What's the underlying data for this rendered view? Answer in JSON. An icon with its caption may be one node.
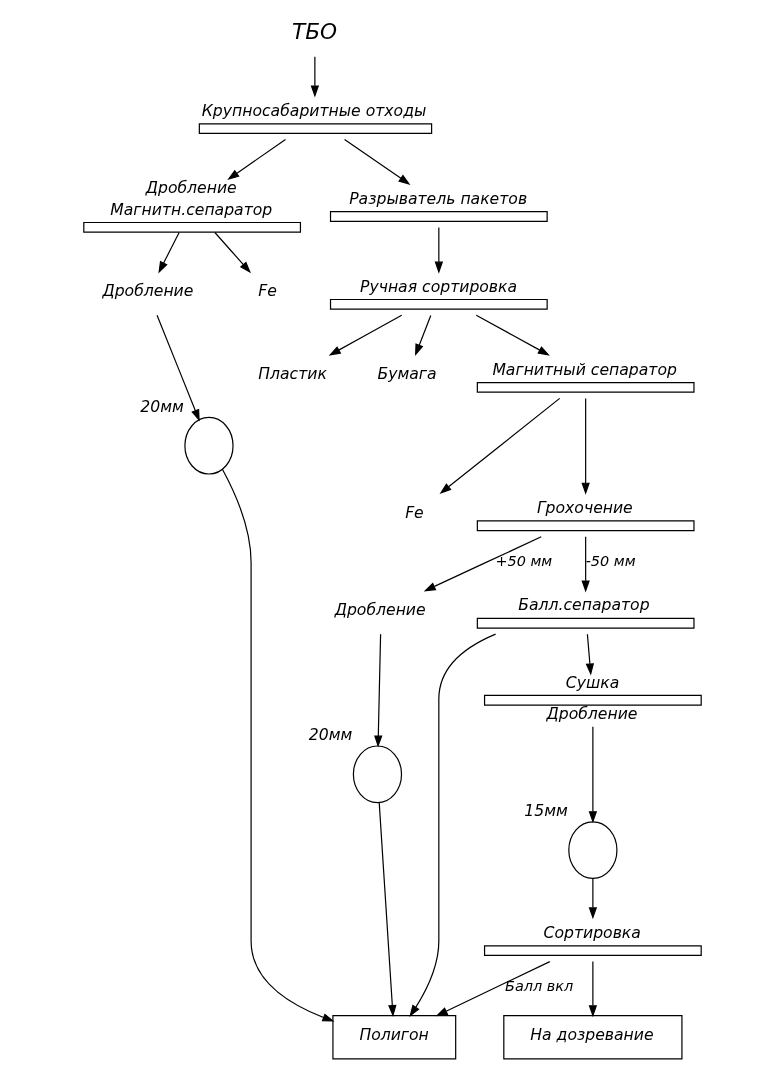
{
  "diagram": {
    "nodes": [
      {
        "text": [
          "ТБО"
        ]
      },
      {
        "text": [
          "Крупносабаритные отходы"
        ]
      },
      {
        "text": [
          "Дробление",
          "Магнитн.сепаратор"
        ]
      },
      {
        "text": [
          "Fe"
        ]
      },
      {
        "text": [
          "Дробление"
        ]
      },
      {
        "text": [],
        "shape": "circle",
        "beside": [
          "20мм"
        ]
      },
      {
        "text": [
          "Разрыватель пакетов"
        ]
      },
      {
        "text": [
          "Ручная сортировка"
        ]
      },
      {
        "text": [
          "Пластик"
        ]
      },
      {
        "text": [
          "Бумага"
        ]
      },
      {
        "text": [
          "Магнитный сепаратор"
        ]
      },
      {
        "text": [
          "Fe"
        ]
      },
      {
        "text": [
          "Грохочение"
        ]
      },
      {
        "text": [
          "Балл.сепаратор"
        ]
      },
      {
        "text": [
          "Дробление"
        ]
      },
      {
        "text": [],
        "shape": "circle",
        "beside": [
          "20мм"
        ]
      },
      {
        "text": [
          "Сушка",
          "Дробление"
        ]
      },
      {
        "text": [],
        "shape": "circle",
        "beside": [
          "15мм"
        ]
      },
      {
        "text": [
          "Сортировка"
        ]
      },
      {
        "text": [
          "На дозревание"
        ]
      },
      {
        "text": [
          "Полигон"
        ]
      }
    ],
    "edges": [
      {
        "from": 0,
        "to": 1,
        "arrow": "to"
      },
      {
        "from": 1,
        "to": 2,
        "arrow": "to"
      },
      {
        "from": 1,
        "to": 6,
        "arrow": "to"
      },
      {
        "from": 2,
        "to": 3,
        "arrow": "to"
      },
      {
        "from": 2,
        "to": 4,
        "arrow": "to"
      },
      {
        "from": 4,
        "to": 5,
        "arrow": "to"
      },
      {
        "from": 5,
        "to": 20,
        "arrow": "to"
      },
      {
        "from": 6,
        "to": 7,
        "arrow": "to"
      },
      {
        "from": 7,
        "to": 8,
        "arrow": "to"
      },
      {
        "from": 7,
        "to": 10,
        "arrow": "to"
      },
      {
        "from": 7,
        "to": 9,
        "arrow": "to"
      },
      {
        "from": 10,
        "to": 11,
        "arrow": "to"
      },
      {
        "from": 10,
        "to": 12,
        "arrow": "to"
      },
      {
        "from": 12,
        "to": 13,
        "arrow": "to",
        "label": "-50 мм"
      },
      {
        "from": 12,
        "to": 14,
        "arrow": "to",
        "label": "+50 мм"
      },
      {
        "from": 13,
        "to": 16,
        "arrow": "to"
      },
      {
        "from": 13,
        "to": 20,
        "arrow": "to"
      },
      {
        "from": 14,
        "to": 15,
        "arrow": "to"
      },
      {
        "from": 15,
        "to": 20,
        "arrow": "to"
      },
      {
        "from": 16,
        "to": 17,
        "arrow": "to"
      },
      {
        "from": 17,
        "to": 18,
        "arrow": "to"
      },
      {
        "from": 18,
        "to": 19,
        "arrow": "to"
      },
      {
        "from": 18,
        "to": 20,
        "arrow": "to",
        "label": "Балл вкл"
      }
    ]
  }
}
